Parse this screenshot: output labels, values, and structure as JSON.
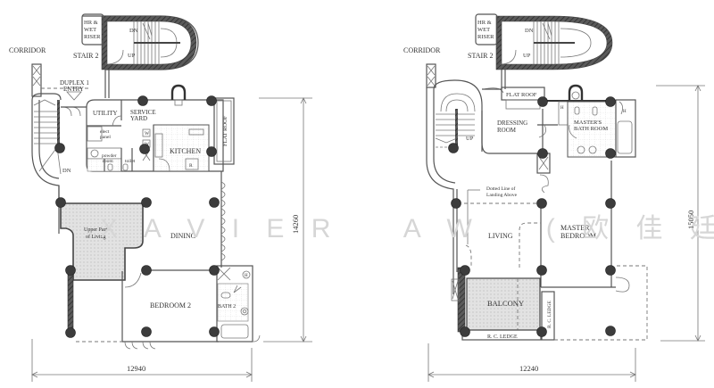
{
  "watermark": "X A V I E R   A W   ( 欧 佳 廷 )",
  "left_plan": {
    "labels": {
      "corridor": "CORRIDOR",
      "stair": "STAIR 2",
      "riser_1": "HR &",
      "riser_2": "WET",
      "riser_3": "RISER",
      "stair_dn": "DN",
      "stair_up": "UP",
      "entry_1": "DUPLEX 1",
      "entry_2": "ENTRY",
      "utility": "UTILITY",
      "service_1": "SERVICE",
      "service_2": "YARD",
      "elect_1": "elect",
      "elect_2": "panel",
      "powder_1": "powder",
      "powder_2": "room",
      "toilet": "toilet",
      "w1": "W",
      "w2": "W",
      "kitchen": "KITCHEN",
      "fridge": "R",
      "flat_roof": "FLAT ROOF",
      "spiral_dn": "DN",
      "upper_living_1": "Upper Part",
      "upper_living_2": "of Living",
      "dining": "DINING",
      "bedroom2": "BEDROOM 2",
      "bath2": "BATH 2",
      "heater": "H"
    },
    "dimensions": {
      "width": "12940",
      "height": "14260"
    }
  },
  "right_plan": {
    "labels": {
      "corridor": "CORRIDOR",
      "stair": "STAIR 2",
      "riser_1": "HR &",
      "riser_2": "WET",
      "riser_3": "RISER",
      "stair_dn": "DN",
      "stair_up": "UP",
      "flat_roof": "FLAT ROOF",
      "dressing_1": "DRESSING",
      "dressing_2": "ROOM",
      "heater_1": "H",
      "heater_2": "H",
      "masters_bath_1": "MASTER'S",
      "masters_bath_2": "BATH ROOM",
      "spiral_up": "UP",
      "dotted_note_1": "Dotted Line of",
      "dotted_note_2": "Landing Above",
      "living": "LIVING",
      "master_1": "MASTER",
      "master_2": "BEDROOM",
      "balcony": "BALCONY",
      "rc_ledge_bottom": "R. C. LEDGE",
      "rc_ledge_side": "R. C. LEDGE"
    },
    "dimensions": {
      "width": "12240",
      "height": "15050"
    }
  }
}
